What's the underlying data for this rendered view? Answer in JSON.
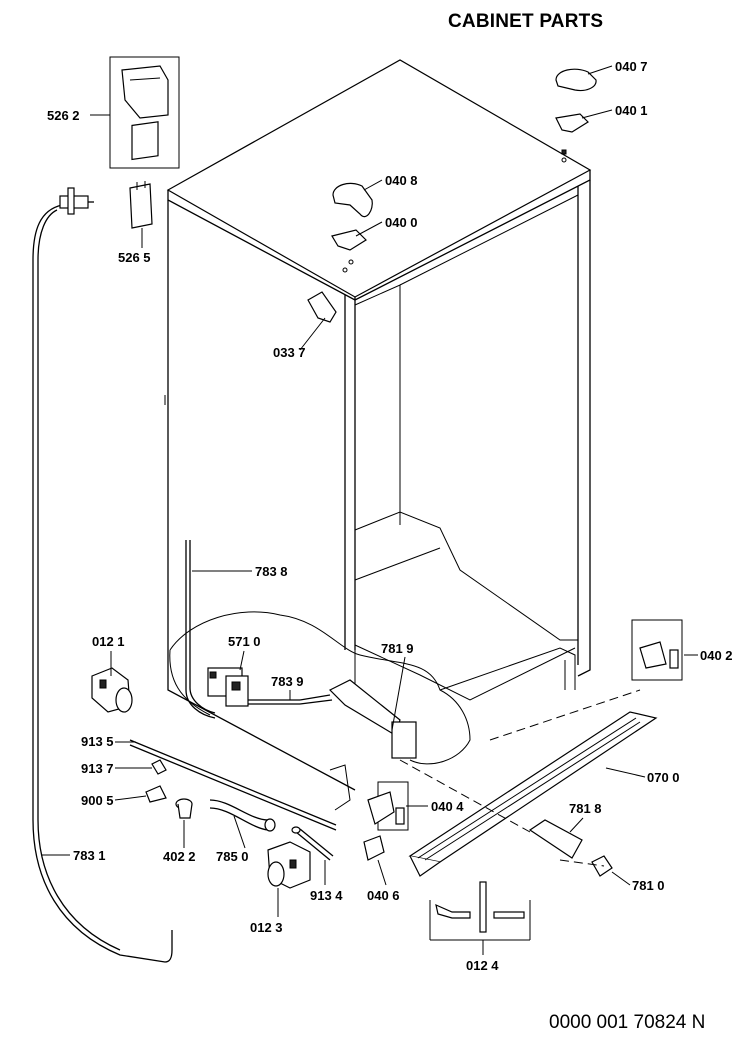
{
  "title": "CABINET PARTS",
  "document_number": "0000 001 70824 N",
  "callouts": {
    "p5262": "526 2",
    "p5265": "526 5",
    "p0407": "040 7",
    "p0401": "040 1",
    "p0408": "040 8",
    "p0400": "040 0",
    "p0337": "033 7",
    "p7838": "783 8",
    "p0121": "012 1",
    "p5710": "571 0",
    "p7819": "781 9",
    "p7839": "783 9",
    "p0402": "040 2",
    "p9135": "913 5",
    "p9137": "913 7",
    "p9005": "900 5",
    "p0404": "040 4",
    "p0700": "070 0",
    "p7818": "781 8",
    "p4022": "402 2",
    "p7850": "785 0",
    "p9134": "913 4",
    "p0406": "040 6",
    "p7810": "781 0",
    "p7831": "783 1",
    "p0123": "012 3",
    "p0124": "012 4"
  }
}
